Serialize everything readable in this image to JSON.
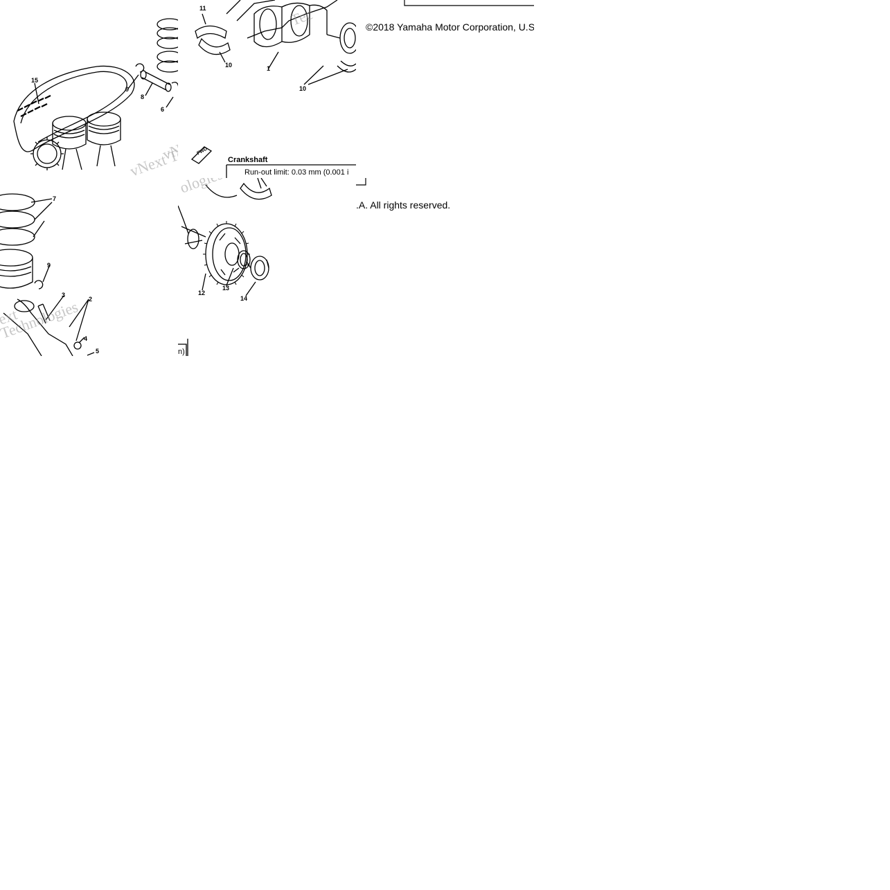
{
  "copyright": {
    "part1": "©2018 Yamaha Motor Corporation, U.S.",
    "part2": ".A. All rights reserved."
  },
  "spec_box": {
    "title": "Crankshaft",
    "runout_line": "Run-out limit:  0.03 mm (0.001 i",
    "runout_tail": "n)"
  },
  "fwd_label": "FWD",
  "watermark": {
    "text_a": "vNext Tec",
    "text_b": "Tec",
    "text_c": "vNe",
    "text_d": "Technologies",
    "text_e": "ologies",
    "text_f": "ext"
  },
  "callouts": {
    "n1": "1",
    "n2": "2",
    "n3": "3",
    "n4": "4",
    "n5": "5",
    "n6": "6",
    "n7": "7",
    "n8": "8",
    "n9a": "9",
    "n9b": "9",
    "n10a": "10",
    "n10b": "10",
    "n11": "11",
    "n12": "12",
    "n13": "13",
    "n14": "14",
    "n15": "15"
  }
}
